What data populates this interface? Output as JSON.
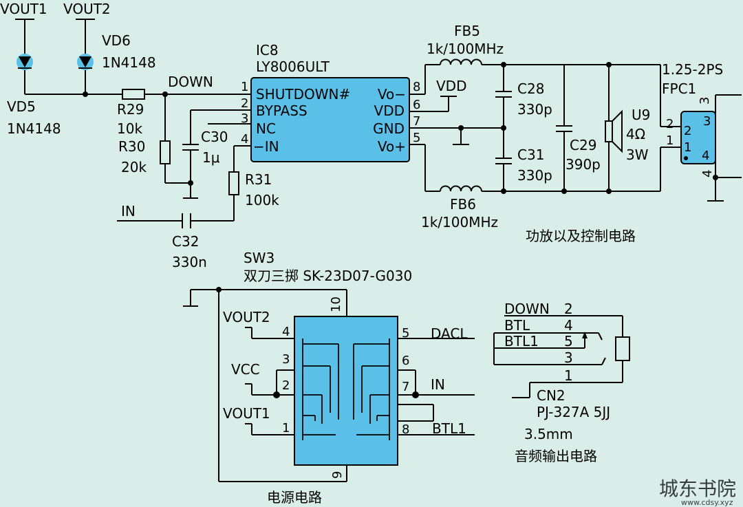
{
  "colors": {
    "background": "#d9eee9",
    "chip": "#5bc0e8",
    "wire": "#000000",
    "diode": "#5bc0e8"
  },
  "top": {
    "vout1": "VOUT1",
    "vout2": "VOUT2",
    "vd6": "VD6",
    "vd6_part": "1N4148",
    "vd5": "VD5",
    "vd5_part": "1N4148",
    "down": "DOWN",
    "r29": "R29",
    "r29_val": "10k",
    "r30": "R30",
    "r30_val": "20k",
    "c30": "C30",
    "c30_val": "1μ",
    "r31": "R31",
    "r31_val": "100k",
    "in": "IN",
    "c32": "C32",
    "c32_val": "330n",
    "ic8": "IC8",
    "ic8_part": "LY8006ULT",
    "ic_pins_left": [
      "SHUTDOWN#",
      "BYPASS",
      "NC",
      "−IN"
    ],
    "ic_pins_right": [
      "Vo−",
      "VDD",
      "GND",
      "Vo+"
    ],
    "ic_num_left": [
      "1",
      "2",
      "3",
      "4"
    ],
    "ic_num_right": [
      "8",
      "6",
      "7",
      "5"
    ],
    "vdd": "VDD",
    "fb5": "FB5",
    "fb5_val": "1k/100MHz",
    "fb6": "FB6",
    "fb6_val": "1k/100MHz",
    "c28": "C28",
    "c28_val": "330p",
    "c31": "C31",
    "c31_val": "330p",
    "c29": "C29",
    "c29_val": "390p",
    "u9": "U9",
    "u9_ohm": "4Ω",
    "u9_w": "3W",
    "fpc_part": "1.25-2PS",
    "fpc": "FPC1",
    "fpc_pins": [
      "2",
      "1",
      "3",
      "4"
    ],
    "fpc_outer_pins": [
      "2",
      "1",
      "3",
      "4"
    ],
    "caption": "功放以及控制电路"
  },
  "sw": {
    "name": "SW3",
    "desc": "双刀三掷 SK-23D07-G030",
    "left_pins": [
      "4",
      "3",
      "2",
      "1"
    ],
    "right_pins": [
      "5",
      "6",
      "7",
      "8"
    ],
    "top_pin": "10",
    "bottom_pin": "9",
    "vout2": "VOUT2",
    "vcc": "VCC",
    "vout1": "VOUT1",
    "dacl": "DACL",
    "in": "IN",
    "btl1": "BTL1",
    "caption": "电源电路"
  },
  "jack": {
    "rows": [
      {
        "label": "DOWN",
        "pin": "2"
      },
      {
        "label": "BTL",
        "pin": "4"
      },
      {
        "label": "BTL1",
        "pin": "5"
      },
      {
        "label": "",
        "pin": "3"
      },
      {
        "label": "",
        "pin": "1"
      }
    ],
    "name": "CN2",
    "part": "PJ-327A 5JJ",
    "size": "3.5mm",
    "caption": "音频输出电路"
  },
  "watermark": {
    "text": "城东书院",
    "url": "www.cdsy.xyz"
  }
}
